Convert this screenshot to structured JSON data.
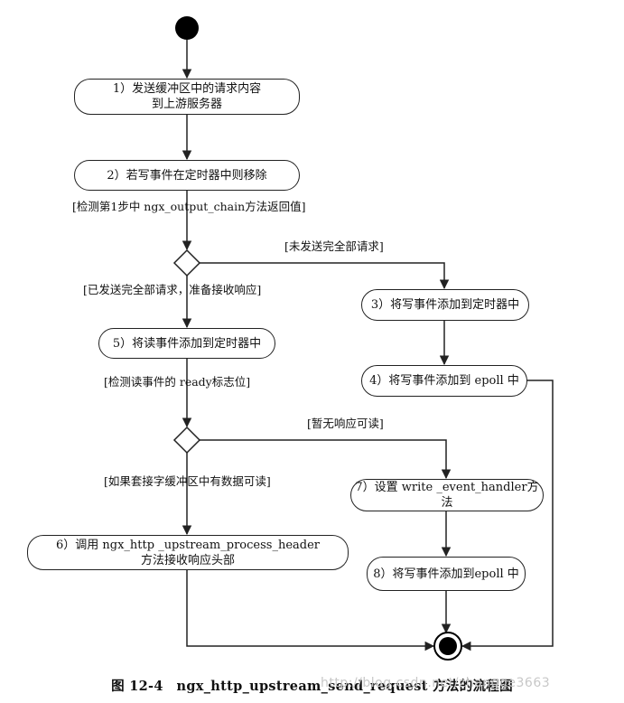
{
  "nodes": {
    "n1_line1": "1）发送缓冲区中的请求内容",
    "n1_line2": "到上游服务器",
    "n2": "2）若写事件在定时器中则移除",
    "n3": "3）将写事件添加到定时器中",
    "n4": "4）将写事件添加到 epoll 中",
    "n5": "5）将读事件添加到定时器中",
    "n6_line1": "6）调用 ngx_http _upstream_process_header",
    "n6_line2": "方法接收响应头部",
    "n7": "7）设置 write _event_handler方法",
    "n8": "8）将写事件添加到epoll 中"
  },
  "guards": {
    "check_output": "[检测第1步中 ngx_output_chain方法返回值]",
    "not_all_sent": "[未发送完全部请求]",
    "all_sent": "[已发送完全部请求，准备接收响应]",
    "check_ready": "[检测读事件的 ready标志位]",
    "no_response": "[暂无响应可读]",
    "has_data": "[如果套接字缓冲区中有数据可读]"
  },
  "caption": "图 12-4　ngx_http_upstream_send_request 方法的流程图",
  "watermark": "http://blog.csdn.net/zhangge3663"
}
